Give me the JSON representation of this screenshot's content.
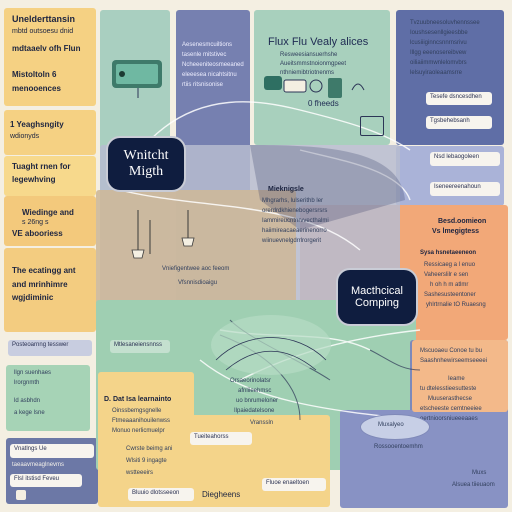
{
  "left": {
    "p1": {
      "lines": [
        "Unelderttansin",
        "mbtd outsoesu dnid",
        "mdtaaelv ofh Flun",
        "Mistoltoln 6",
        "menooences"
      ]
    },
    "p2": {
      "lines": [
        "1 Yeaghsngity",
        "wdionyds"
      ]
    },
    "p3": {
      "lines": [
        "Tuaght rnen for",
        "legewhving"
      ]
    },
    "p4": {
      "lines": [
        "Wiedinge and",
        "s 26ng s",
        "VE abooriess"
      ]
    },
    "p5": {
      "lines": [
        "The ecatingg ant",
        "and mrinhimre",
        "wgjdiminic"
      ]
    },
    "pill1": "Posteoarnng tesswer",
    "p6": {
      "lines": [
        "llgn suenhaes",
        "lrorgnmth",
        "ld asbhdn",
        "a kege lsne"
      ]
    },
    "p7": {
      "lines": [
        "Vnatlngs Ue",
        "taeaavmeaglnevms",
        "FlsI itstisd Feveu"
      ]
    }
  },
  "top_mid": {
    "lines": [
      "Aesenesmcuiltions",
      "tasenle mitstivec",
      "Ncheeeniteosmeeaned",
      "eleeesea nicahtsitnu",
      "rtiis ritsnisonise"
    ]
  },
  "top_center": {
    "title": "Flux Flu Vealy alices",
    "lines": [
      "Resweesiansuerhshe",
      "Aueitsmmstnoionmgpeet",
      "nthniemibtriotnenms"
    ],
    "label": "0 fheeds"
  },
  "top_right": {
    "lines": [
      "Tvzuubneesoluvhennssee",
      "Ioushsesenllgieesbbe",
      "lcusiiiginncsnnrnsrivu",
      "Illgg eeenosereibvew",
      "oiliaiimmwnlelomvbrs",
      "lelsuyiraoleaamsrre"
    ],
    "pill1": "Tesefe dsncesdhen",
    "pill2": "Tgsbehebsanh"
  },
  "right_mid": {
    "pill1": "Nsd lebaogoleen",
    "pill2": "Iseneereenahoun"
  },
  "right_orange": {
    "heading_lines": [
      "Besd.oomieon",
      "Vs lmegigtess"
    ],
    "sub": "Sysa hsnetaeeneon",
    "lines": [
      "Ressicaeg a l enuo",
      "Vaheerslilr e sen",
      "h oh h m atlmr",
      "Sashesusteentoner"
    ],
    "footer": "yhlrtrnalie tO Ruaesng"
  },
  "right_lower": {
    "lines": [
      "Mscuoaeu Conoe tu bu",
      "Saashnhewirseemseeeei",
      "Ieame",
      "tu dtelesstieesutteste",
      "Muuserasthecse",
      "etscheeste cemtneeiee",
      "oertnioorsniueeeaaes"
    ]
  },
  "right_bottom": {
    "ellipse_label": "Muxalyeo",
    "line": "Rossooentoemhm",
    "footer_lines": [
      "Muxs",
      "Alsuea tiieuaom"
    ]
  },
  "center": {
    "node1": [
      "Wnitcht",
      "Migth"
    ],
    "node2": [
      "Macthcical",
      "Comping"
    ],
    "mid_text": [
      "Mieknigsle",
      "Mhgrarhs, lulserithb ler",
      "orerdrdkhienebogersrsrs",
      "Iammireucntnrvvecthalmi",
      "haiimireacaeaerinenorro",
      "wiinuevnelgdrrlrorgerit"
    ],
    "bar_label": "Vniefigentwee aoc feeom",
    "bar_label2": "Vfsnnisdioaigu",
    "mid_pill": "Mtlesaneiensnnss",
    "lower_lines": [
      "Orsaeorinolatsr",
      "afnliieehmsc",
      "uo bnrumeloner",
      "Ilpaiedatelsone",
      "Vranssln"
    ]
  },
  "bottom_mid": {
    "title": "D. Dat Isa learnainto",
    "lines": [
      "Oinssbemgsgnelle",
      "Ftmeaaanihouilenwss",
      "Monuo nerlicmuelpr"
    ],
    "box_lines": [
      "Cwrste beimg ani",
      "Wlsiti 9 ingagte",
      "wstteeeirs"
    ],
    "tag": "Tueiteahorss",
    "pill": "Bluuio dlotsseeon",
    "footer": "Diegheens",
    "pill2": "Fluoe enaeltoen"
  },
  "colors": {
    "navy": "#0f1d3f",
    "orange": "#f2a878",
    "yellow": "#f3cd7a",
    "green": "#9fcfb2",
    "purple": "#6874a6",
    "teal": "#a9cfc0"
  }
}
